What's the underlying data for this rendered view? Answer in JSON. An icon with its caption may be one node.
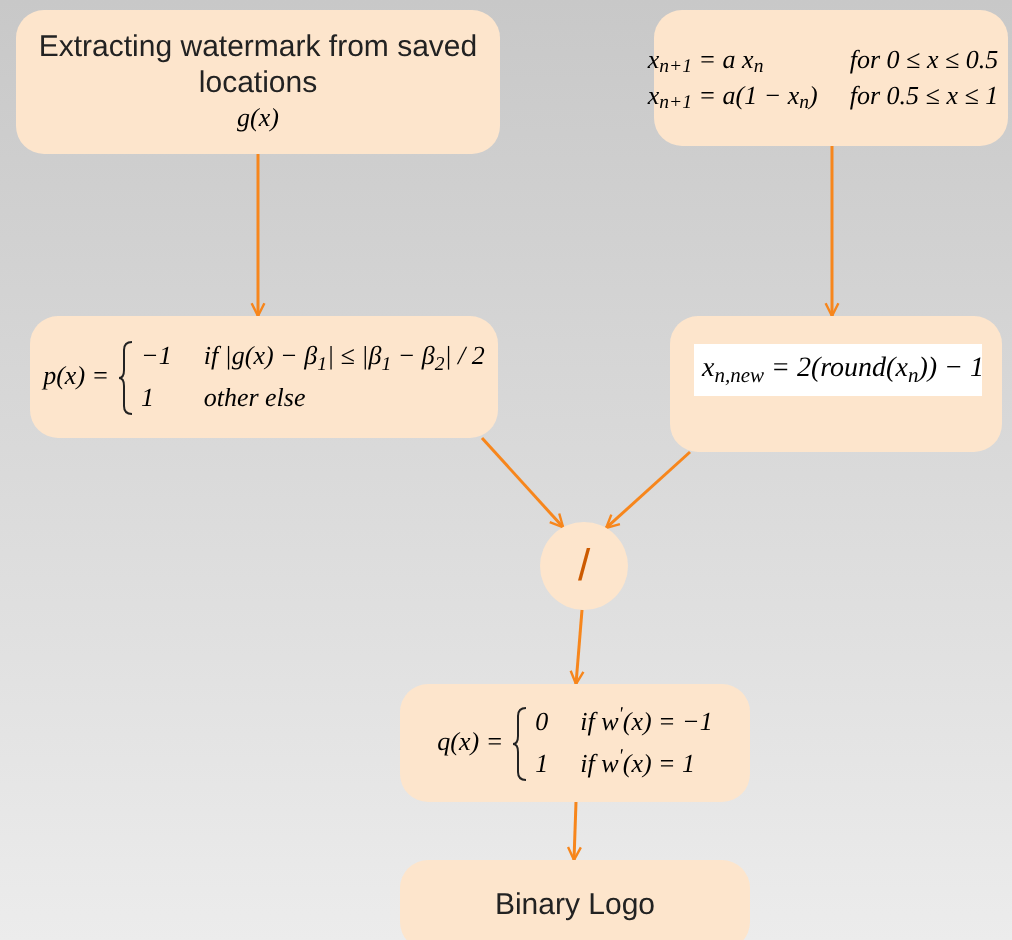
{
  "diagram": {
    "nodes": [
      {
        "text": [
          "Extracting watermark from saved locations",
          "g(x)"
        ]
      },
      {
        "text": [
          "x$_{n+1}$ = a x$_{n}$",
          "for 0 ≤ x ≤ 0.5",
          "x$_{n+1}$ = a(1 − x$_{n}$)",
          "for 0.5 ≤ x ≤ 1"
        ]
      },
      {
        "text": [
          "p(x) =",
          "−1",
          "if |g(x) − β$_{1}$| ≤ |β$_{1}$ − β$_{2}$| / 2",
          "1",
          "other else"
        ]
      },
      {
        "text": [
          "x$_{n,new}$ = 2(round(x$_{n}$)) − 1"
        ]
      },
      {
        "text": [
          "/"
        ]
      },
      {
        "text": [
          "q(x) =",
          "0",
          "if w$^{'}$(x) = −1",
          "1",
          "if w$^{'}$(x) = 1"
        ]
      },
      {
        "text": [
          "Binary Logo"
        ]
      }
    ],
    "edges": [
      {
        "from": 0,
        "to": 2,
        "arrow": "to"
      },
      {
        "from": 1,
        "to": 3,
        "arrow": "to"
      },
      {
        "from": 2,
        "to": 4,
        "arrow": "to"
      },
      {
        "from": 3,
        "to": 4,
        "arrow": "to"
      },
      {
        "from": 4,
        "to": 5,
        "arrow": "to"
      },
      {
        "from": 5,
        "to": 6,
        "arrow": "to"
      }
    ]
  }
}
